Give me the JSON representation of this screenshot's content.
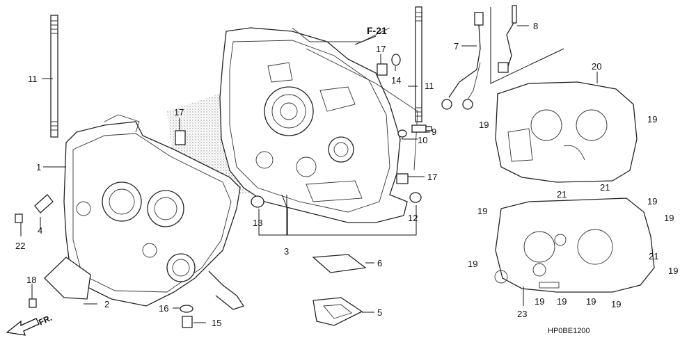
{
  "diagram": {
    "ref_label": "F-21",
    "code": "HP0BE1200",
    "front_label": "FR.",
    "callouts": {
      "c1": "1",
      "c2": "2",
      "c3": "3",
      "c4": "4",
      "c5": "5",
      "c6": "6",
      "c7": "7",
      "c8": "8",
      "c9": "9",
      "c10": "10",
      "c11a": "11",
      "c11b": "11",
      "c12": "12",
      "c13": "13",
      "c14": "14",
      "c15": "15",
      "c16": "16",
      "c17a": "17",
      "c17b": "17",
      "c17c": "17",
      "c18": "18",
      "c19a": "19",
      "c19b": "19",
      "c19c": "19",
      "c19d": "19",
      "c19e": "19",
      "c19f": "19",
      "c19g": "19",
      "c19h": "19",
      "c19i": "19",
      "c19j": "19",
      "c19k": "19",
      "c20": "20",
      "c21a": "21",
      "c21b": "21",
      "c21c": "21",
      "c22": "22",
      "c23": "23"
    }
  }
}
